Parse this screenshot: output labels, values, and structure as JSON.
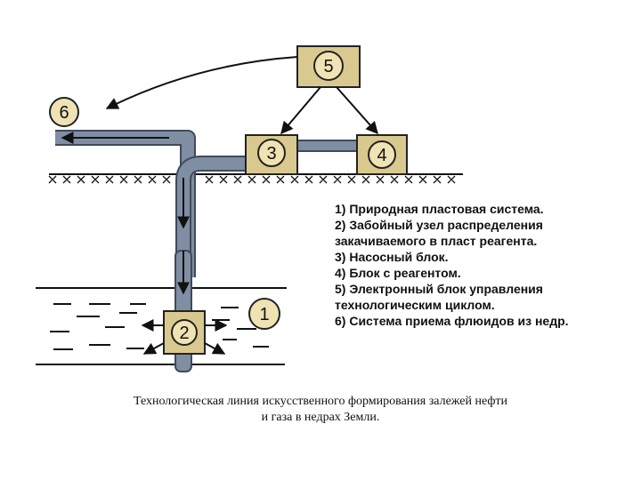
{
  "diagram": {
    "blocks": [
      {
        "id": "1",
        "label": "1"
      },
      {
        "id": "2",
        "label": "2"
      },
      {
        "id": "3",
        "label": "3"
      },
      {
        "id": "4",
        "label": "4"
      },
      {
        "id": "5",
        "label": "5"
      },
      {
        "id": "6",
        "label": "6"
      }
    ],
    "legend": [
      "1) Природная пластовая система.",
      "2) Забойный узел распределения",
      "закачиваемого в пласт реагента.",
      "3) Насосный блок.",
      "4) Блок с реагентом.",
      "5) Электронный блок управления",
      "технологическим циклом.",
      "6) Система приема флюидов из недр."
    ],
    "caption": [
      "Технологическая линия искусственного формирования залежей нефти",
      "и газа в недрах Земли."
    ],
    "colors": {
      "box_fill": "#d9c98f",
      "box_stroke": "#222222",
      "pipe": "#7f8ea3",
      "pipe_edge": "#3f4a5a",
      "circle_fill": "#efe3b4",
      "line": "#111111"
    }
  }
}
